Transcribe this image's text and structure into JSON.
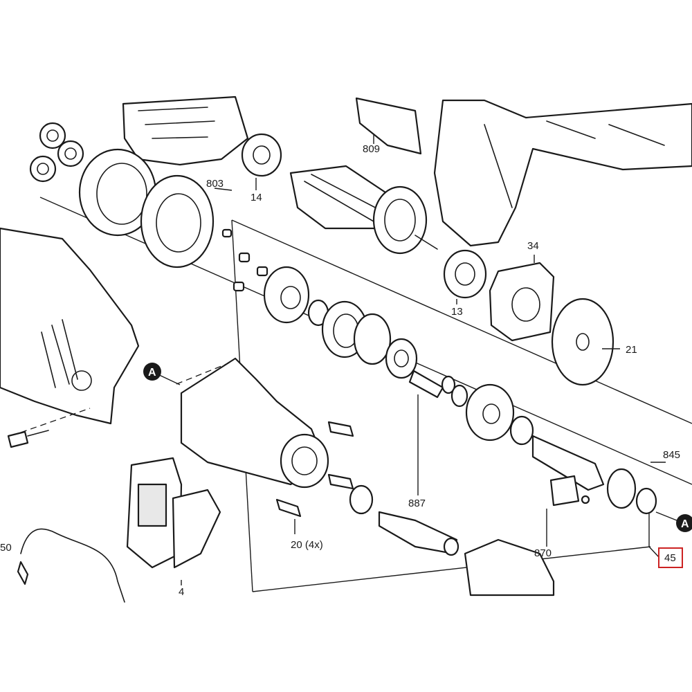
{
  "labels": {
    "p809": "809",
    "p803": "803",
    "p14": "14",
    "p34": "34",
    "p13": "13",
    "p21": "21",
    "p845": "845",
    "p887": "887",
    "p20": "20 (4x)",
    "p870": "870",
    "p45": "45",
    "p50": "50",
    "p4": "4"
  },
  "markers": {
    "a_left": "A",
    "a_right": "A"
  },
  "highlight": {
    "label": "45",
    "color": "#cc2222"
  }
}
